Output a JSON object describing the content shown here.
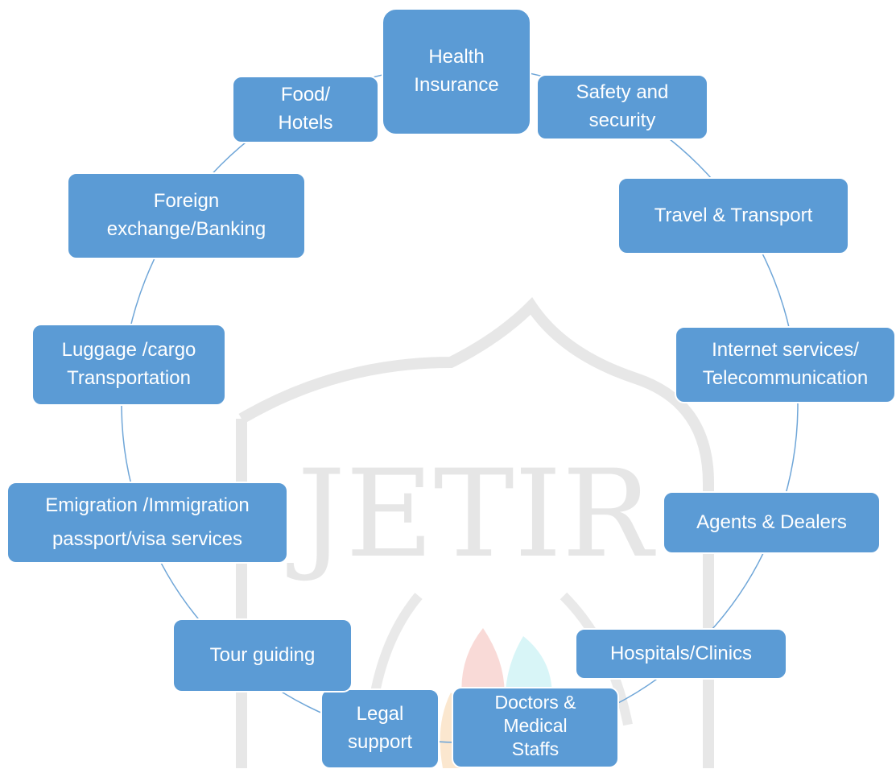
{
  "colors": {
    "node_fill": "#5b9bd5",
    "node_text": "#ffffff",
    "connector": "#6fa6d8",
    "watermark": "#c8c8c8"
  },
  "watermark": {
    "text": "JETIR"
  },
  "nodes": [
    {
      "id": "health-insurance",
      "label": "Health\nInsurance"
    },
    {
      "id": "safety-security",
      "label": "Safety and\nsecurity"
    },
    {
      "id": "travel-transport",
      "label": "Travel & Transport"
    },
    {
      "id": "internet-telecom",
      "label": "Internet services/\nTelecommunication"
    },
    {
      "id": "agents-dealers",
      "label": "Agents & Dealers"
    },
    {
      "id": "hospitals-clinics",
      "label": "Hospitals/Clinics"
    },
    {
      "id": "doctors-medical",
      "label": "Doctors &\nMedical\nStaffs"
    },
    {
      "id": "legal-support",
      "label": "Legal\nsupport"
    },
    {
      "id": "tour-guiding",
      "label": "Tour guiding"
    },
    {
      "id": "emigration-immigration",
      "label": "Emigration /Immigration\npassport/visa services"
    },
    {
      "id": "luggage-cargo",
      "label": "Luggage /cargo\nTransportation"
    },
    {
      "id": "foreign-exchange",
      "label": "Foreign\nexchange/Banking"
    },
    {
      "id": "food-hotels",
      "label": "Food/\nHotels"
    }
  ]
}
